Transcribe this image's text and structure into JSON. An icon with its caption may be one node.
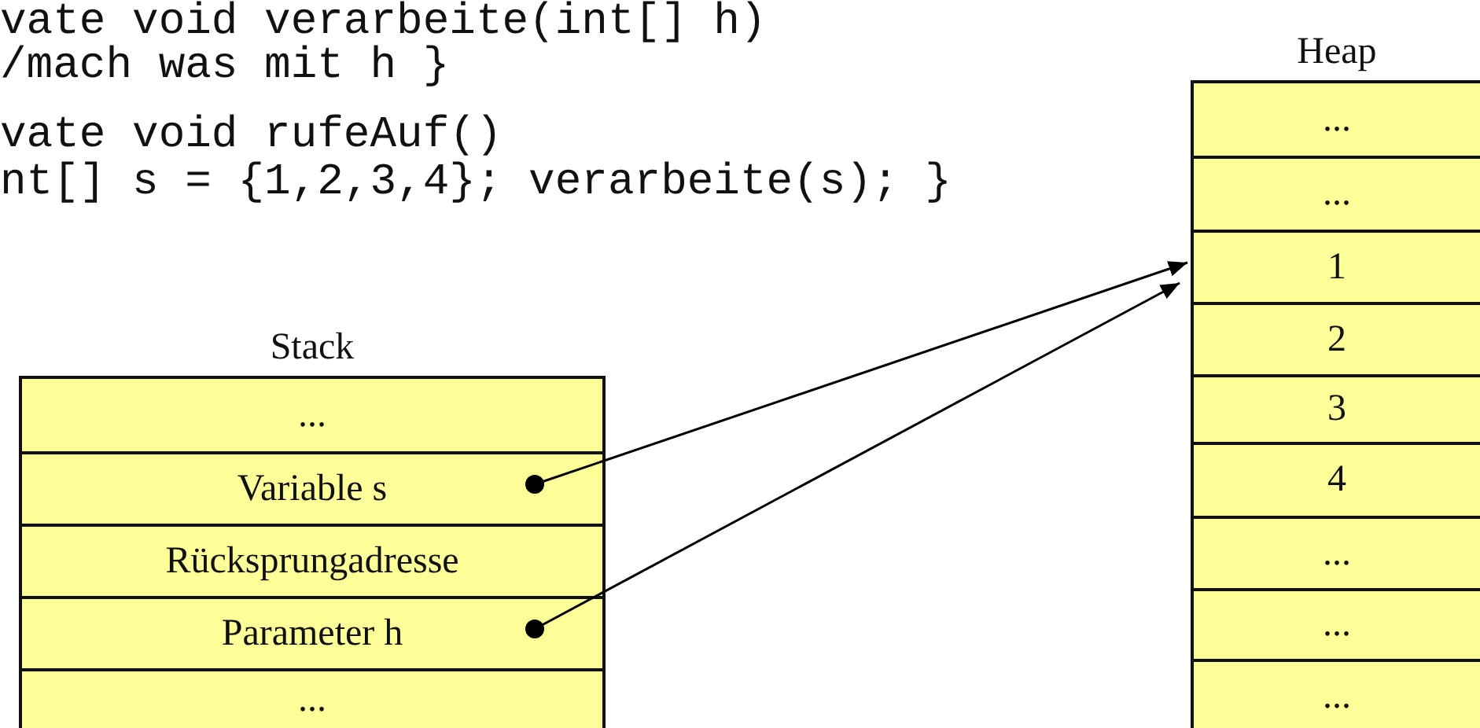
{
  "diagram": {
    "nodes": [
      {
        "text": [
          "Stack"
        ]
      },
      {
        "text": [
          "..."
        ],
        "in": 0
      },
      {
        "text": [
          "Variable s"
        ],
        "in": 0
      },
      {
        "text": [
          "Rücksprungadresse"
        ],
        "in": 0
      },
      {
        "text": [
          "Parameter h"
        ],
        "in": 0
      },
      {
        "text": [
          "..."
        ],
        "in": 0
      },
      {
        "text": [
          "Heap"
        ]
      },
      {
        "text": [
          "..."
        ],
        "in": 6
      },
      {
        "text": [
          "..."
        ],
        "in": 6
      },
      {
        "text": [
          "1"
        ],
        "in": 6
      },
      {
        "text": [
          "2"
        ],
        "in": 6
      },
      {
        "text": [
          "3"
        ],
        "in": 6
      },
      {
        "text": [
          "4"
        ],
        "in": 6
      },
      {
        "text": [
          "..."
        ],
        "in": 6
      },
      {
        "text": [
          "..."
        ],
        "in": 6
      },
      {
        "text": [
          "..."
        ],
        "in": 6
      }
    ],
    "edges": [
      {
        "from": 2,
        "to": 9,
        "arrow": "to"
      },
      {
        "from": 4,
        "to": 9,
        "arrow": "to"
      }
    ],
    "labels": [
      "vate void verarbeite(int[] h)",
      "/mach was mit h }",
      "vate void rufeAuf()",
      "nt[] s = {1,2,3,4}; verarbeite(s); }"
    ]
  }
}
